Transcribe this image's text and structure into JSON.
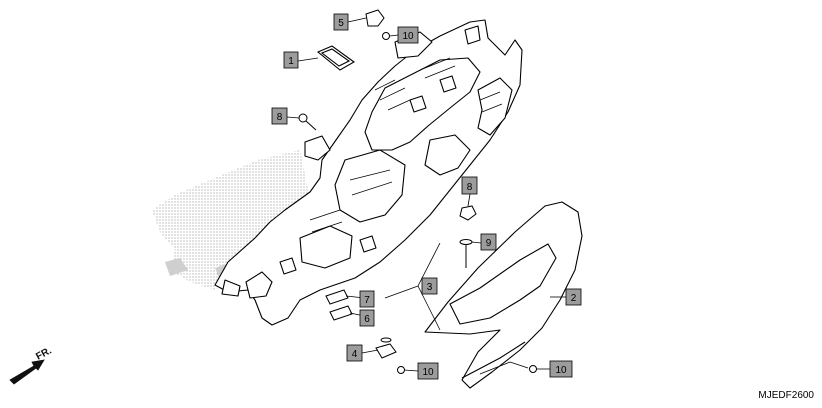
{
  "diagram": {
    "code": "MJEDF2600",
    "direction_label": "FR.",
    "callouts": [
      {
        "id": "c5a",
        "label": "5"
      },
      {
        "id": "c10a",
        "label": "10"
      },
      {
        "id": "c1",
        "label": "1"
      },
      {
        "id": "c8a",
        "label": "8"
      },
      {
        "id": "c8b",
        "label": "8"
      },
      {
        "id": "c9",
        "label": "9"
      },
      {
        "id": "c3",
        "label": "3"
      },
      {
        "id": "c7",
        "label": "7"
      },
      {
        "id": "c6",
        "label": "6"
      },
      {
        "id": "c2",
        "label": "2"
      },
      {
        "id": "c4",
        "label": "4"
      },
      {
        "id": "c10b",
        "label": "10"
      },
      {
        "id": "c10c",
        "label": "10"
      }
    ]
  }
}
